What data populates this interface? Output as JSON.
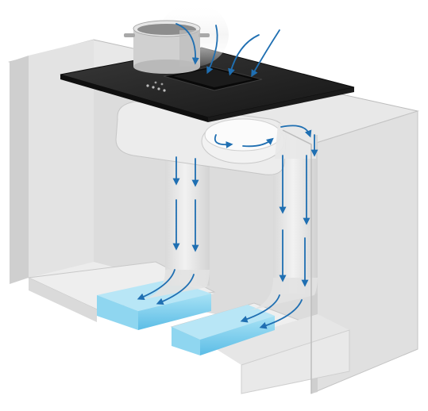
{
  "figure": {
    "kind": "downdraft hob extraction diagram",
    "labels": []
  },
  "colors": {
    "background": "#ffffff",
    "cabinet_face": "#e4e4e4",
    "cabinet_side": "#d6d6d6",
    "cabinet_edge": "#b9b9b9",
    "cabinet_inner": "#c9c9c9",
    "hob_top": "#2a2a2a",
    "hob_edge": "#111111",
    "duct_light": "#ebebeb",
    "duct_shade": "#cfcfcf",
    "pot": "#cfcfcf",
    "plinth_vent": "#7fd0ee",
    "plinth_vent_dark": "#4fb4e0",
    "airflow_arrow": "#1f6fb2"
  },
  "components": [
    "cabinet",
    "induction-hob",
    "cooking-pot",
    "extraction-vent",
    "fan-unit",
    "left-duct",
    "right-duct",
    "left-plinth-filter",
    "right-plinth-filter"
  ],
  "icons": {
    "airflow": "arrow-icon"
  }
}
